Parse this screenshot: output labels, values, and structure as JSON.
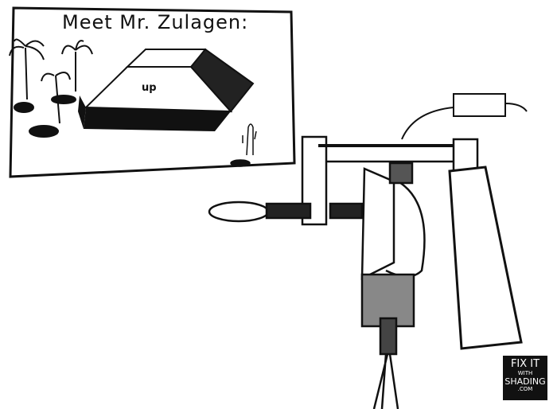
{
  "panel": {
    "title": "Meet Mr. Zulagen:",
    "ramp_label": "up"
  },
  "logo": {
    "line1": "FIX IT",
    "line2": "WITH",
    "line3": "SHADING",
    "line4": ".COM"
  }
}
